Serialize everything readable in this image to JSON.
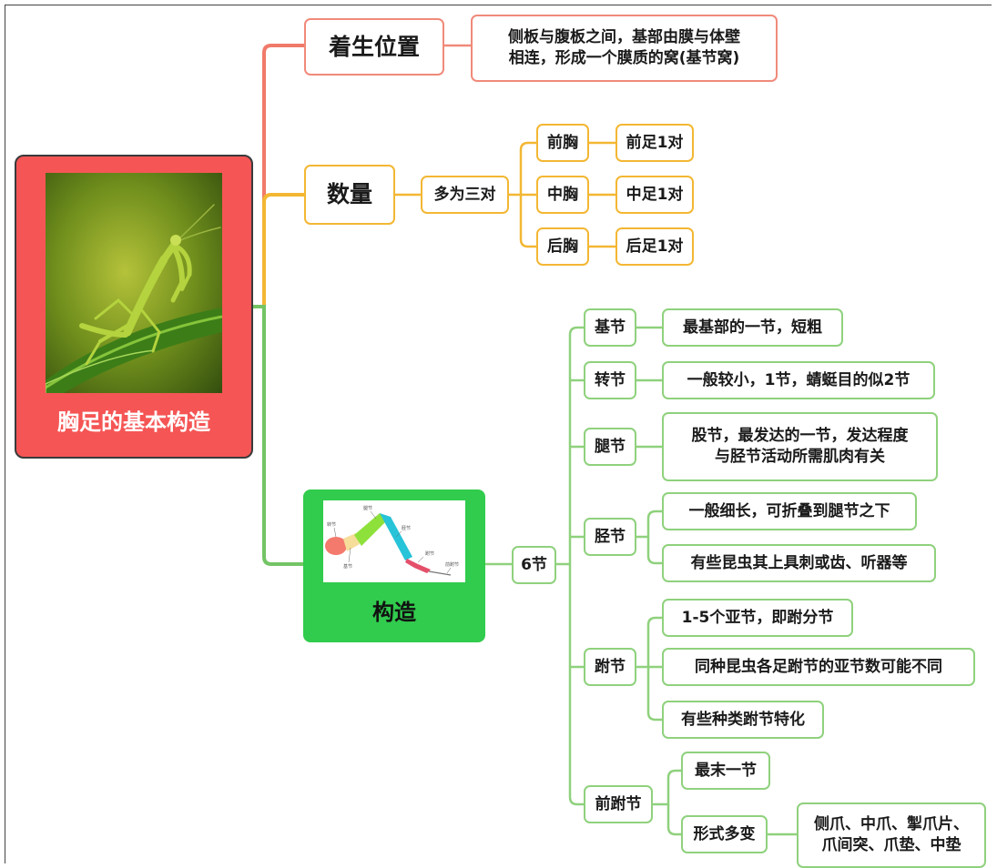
{
  "root": {
    "title": "胸足的基本构造",
    "image": "praying-mantis-photo"
  },
  "position": {
    "label": "着生位置",
    "desc_line1": "侧板与腹板之间，基部由膜与体壁",
    "desc_line2": "相连，形成一个膜质的窝(基节窝)"
  },
  "count": {
    "label": "数量",
    "summary": "多为三对",
    "items": [
      {
        "thorax": "前胸",
        "legs": "前足1对"
      },
      {
        "thorax": "中胸",
        "legs": "中足1对"
      },
      {
        "thorax": "后胸",
        "legs": "后足1对"
      }
    ]
  },
  "structure": {
    "label": "构造",
    "image": "insect-leg-diagram",
    "diagram_labels": [
      "腿节",
      "转节",
      "基节",
      "胫节",
      "跗节",
      "前跗节"
    ],
    "segments_count": "6节",
    "coxa": {
      "name": "基节",
      "desc": "最基部的一节，短粗"
    },
    "trochanter": {
      "name": "转节",
      "desc": "一般较小，1节，蜻蜓目的似2节"
    },
    "femur": {
      "name": "腿节",
      "desc_line1": "股节，最发达的一节，发达程度",
      "desc_line2": "与胫节活动所需肌肉有关"
    },
    "tibia": {
      "name": "胫节",
      "notes": [
        "一般细长，可折叠到腿节之下",
        "有些昆虫其上具刺或齿、听器等"
      ]
    },
    "tarsus": {
      "name": "跗节",
      "notes": [
        "1-5个亚节，即跗分节",
        "同种昆虫各足跗节的亚节数可能不同",
        "有些种类跗节特化"
      ]
    },
    "pretarsus": {
      "name": "前跗节",
      "note": "最末一节",
      "variation": "形式多变",
      "forms_line1": "侧爪、中爪、掣爪片、",
      "forms_line2": "爪间突、爪垫、中垫"
    }
  },
  "colors": {
    "root": "#f55555",
    "position_branch": "#f07a6a",
    "count_branch": "#f3b733",
    "structure_branch": "#74c465",
    "structure_box": "#31cb4d"
  }
}
